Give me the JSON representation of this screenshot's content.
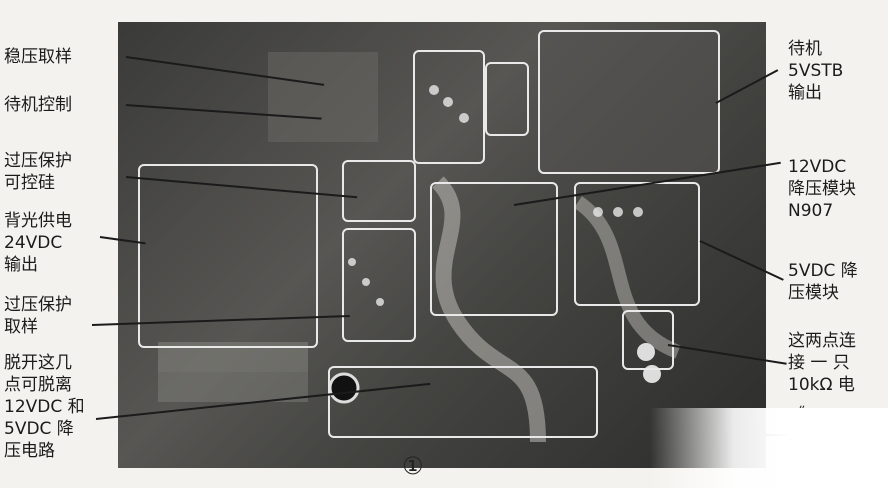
{
  "labels_left": [
    {
      "id": "wenya",
      "lines": [
        "稳压取样"
      ]
    },
    {
      "id": "daiji-ctrl",
      "lines": [
        "待机控制"
      ]
    },
    {
      "id": "guoya-scr",
      "lines": [
        "过压保护",
        "可控硅"
      ]
    },
    {
      "id": "backlight",
      "lines": [
        "背光供电",
        "24VDC",
        "输出"
      ]
    },
    {
      "id": "guoya-sample",
      "lines": [
        "过压保护",
        "取样"
      ]
    },
    {
      "id": "detach",
      "lines": [
        "脱开这几",
        "点可脱离",
        "12VDC 和",
        "5VDC  降",
        "压电路"
      ]
    }
  ],
  "labels_right": [
    {
      "id": "standby-out",
      "lines": [
        "待机",
        "5VSTB",
        "输出"
      ]
    },
    {
      "id": "buck12",
      "lines": [
        "12VDC",
        "降压模块",
        "N907"
      ]
    },
    {
      "id": "buck5",
      "lines": [
        "5VDC 降",
        "压模块"
      ]
    },
    {
      "id": "connect",
      "lines": [
        "这两点连",
        "接 一 只",
        "10kΩ  电"
      ]
    },
    {
      "id": "partial1",
      "lines": [
        "《"
      ]
    },
    {
      "id": "partial2",
      "lines": [
        "ᡥ"
      ]
    }
  ],
  "figure_number": "①"
}
